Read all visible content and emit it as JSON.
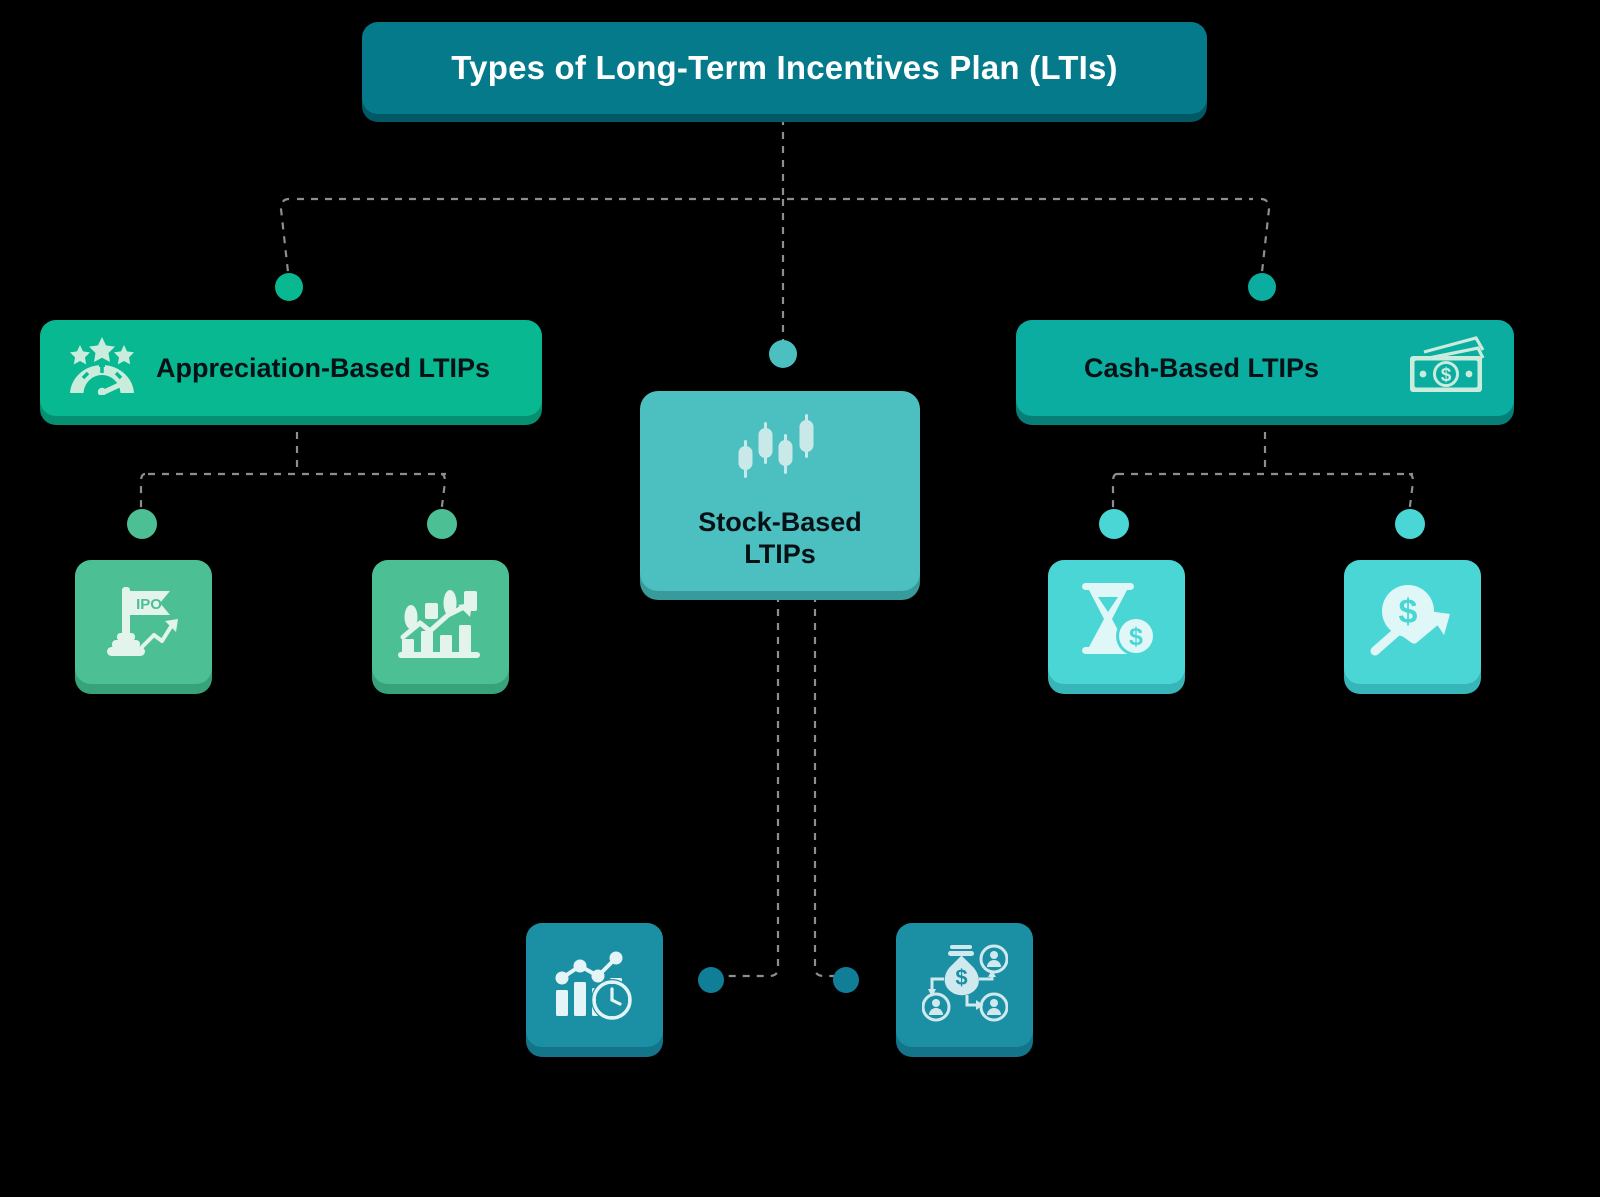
{
  "diagram": {
    "title": "Types of Long-Term Incentives Plan (LTIs)",
    "type": "hierarchy-tree",
    "background_color": "#000000"
  },
  "root": {
    "label": "Types of Long-Term Incentives Plan (LTIs)",
    "color": "#047a8a",
    "shadow_color": "#035866",
    "text_color": "#ffffff"
  },
  "branches": [
    {
      "id": "appreciation",
      "label": "Appreciation-Based LTIPs",
      "icon": "rating-gauge-stars-icon",
      "icon_position": "left",
      "color": "#07b890",
      "shadow_color": "#059072",
      "children": [
        {
          "id": "ipo",
          "icon": "ipo-flag-growth-icon",
          "color": "#4dbf95"
        },
        {
          "id": "growth",
          "icon": "bar-chart-growth-arrow-icon",
          "color": "#4dbf95"
        }
      ]
    },
    {
      "id": "stock",
      "label_line1": "Stock-Based",
      "label_line2": "LTIPs",
      "icon": "candlestick-chart-icon",
      "icon_position": "top",
      "color": "#4cc0c0",
      "shadow_color": "#389a9a",
      "children": [
        {
          "id": "timechart",
          "icon": "chart-clock-icon",
          "color": "#1b90a4"
        },
        {
          "id": "profitshare",
          "icon": "money-bag-distribution-icon",
          "color": "#1b90a4"
        }
      ]
    },
    {
      "id": "cash",
      "label": "Cash-Based LTIPs",
      "icon": "banknotes-dollar-icon",
      "icon_position": "right",
      "color": "#0aada0",
      "shadow_color": "#068077",
      "children": [
        {
          "id": "vesting",
          "icon": "hourglass-dollar-icon",
          "color": "#4bd6d6"
        },
        {
          "id": "appreciation-cash",
          "icon": "dollar-coin-rising-arrow-icon",
          "color": "#4bd6d6"
        }
      ]
    }
  ],
  "connectors": {
    "style": "dashed",
    "color": "#8a8f92",
    "dot_colors": {
      "appreciation": "#07b890",
      "stock": "#4cc0c0",
      "cash": "#0aada0",
      "appreciation_children": "#4dbf95",
      "cash_children": "#4bd6d6",
      "stock_children": "#1b90a4"
    }
  }
}
